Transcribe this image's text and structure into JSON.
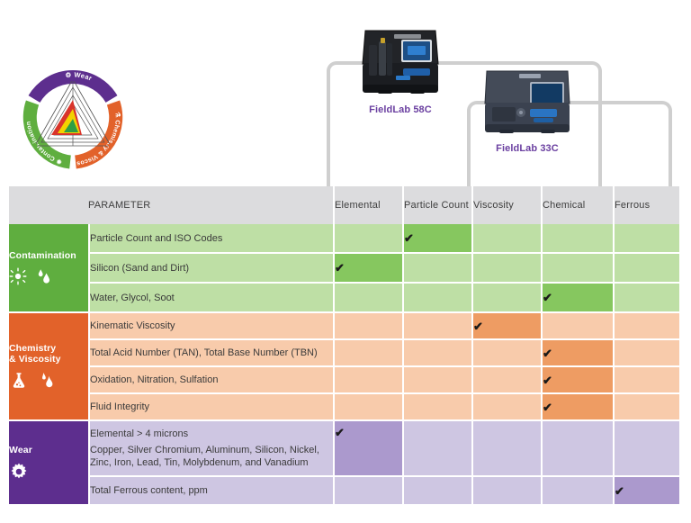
{
  "logo": {
    "name": "oil-analysis-triad-logo",
    "arcs": [
      {
        "label": "Wear",
        "color": "#5d2e8e",
        "icon": "gear-icon"
      },
      {
        "label": "Contamination",
        "color": "#5fae3f",
        "icon": "dirt-splat-icon"
      },
      {
        "label": "Chemistry & Viscosity",
        "color": "#e2622a",
        "icon": "flask-icon"
      }
    ]
  },
  "devices": [
    {
      "id": "fieldlab-58c",
      "caption": "FieldLab 58C",
      "caption_color": "#6a3fa0"
    },
    {
      "id": "fieldlab-33c",
      "caption": "FieldLab 33C",
      "caption_color": "#6a3fa0"
    }
  ],
  "table": {
    "header": {
      "category_blank": "",
      "parameter": "PARAMETER",
      "columns": [
        "Elemental",
        "Particle Count",
        "Viscosity",
        "Chemical",
        "Ferrous"
      ]
    },
    "categories": [
      {
        "name": "Contamination",
        "color": "#5fae3f",
        "tint": "#bedfa5",
        "tint_on": "#86c75f",
        "icons": [
          "dirt-splat-icon",
          "water-droplets-icon"
        ],
        "rows": [
          {
            "parameter": "Particle Count and ISO Codes",
            "sub": "",
            "checks": [
              false,
              true,
              false,
              false,
              false
            ]
          },
          {
            "parameter": "Silicon (Sand and Dirt)",
            "sub": "",
            "checks": [
              true,
              false,
              false,
              false,
              false
            ]
          },
          {
            "parameter": "Water, Glycol, Soot",
            "sub": "",
            "checks": [
              false,
              false,
              false,
              true,
              false
            ]
          }
        ]
      },
      {
        "name": "Chemistry\n& Viscosity",
        "name_line1": "Chemistry",
        "name_line2": "& Viscosity",
        "color": "#e2622a",
        "tint": "#f8cbab",
        "tint_on": "#ee9c63",
        "icons": [
          "flask-icon",
          "oil-drop-icon"
        ],
        "rows": [
          {
            "parameter": "Kinematic Viscosity",
            "sub": "",
            "checks": [
              false,
              false,
              true,
              false,
              false
            ]
          },
          {
            "parameter": "Total Acid Number (TAN), Total Base Number (TBN)",
            "sub": "",
            "checks": [
              false,
              false,
              false,
              true,
              false
            ]
          },
          {
            "parameter": "Oxidation, Nitration, Sulfation",
            "sub": "",
            "checks": [
              false,
              false,
              false,
              true,
              false
            ]
          },
          {
            "parameter": "Fluid Integrity",
            "sub": "",
            "checks": [
              false,
              false,
              false,
              true,
              false
            ]
          }
        ]
      },
      {
        "name": "Wear",
        "color": "#5d2e8e",
        "tint": "#cec6e2",
        "tint_on": "#ab99cd",
        "icons": [
          "gear-icon"
        ],
        "rows": [
          {
            "parameter": "Elemental > 4 microns",
            "sub": "Copper, Silver Chromium, Aluminum, Silicon, Nickel, Zinc, Iron, Lead, Tin, Molybdenum, and Vanadium",
            "checks": [
              true,
              false,
              false,
              false,
              false
            ]
          },
          {
            "parameter": "Total Ferrous content, ppm",
            "sub": "",
            "checks": [
              false,
              false,
              false,
              false,
              true
            ]
          }
        ]
      }
    ],
    "check_glyph": "✔"
  }
}
